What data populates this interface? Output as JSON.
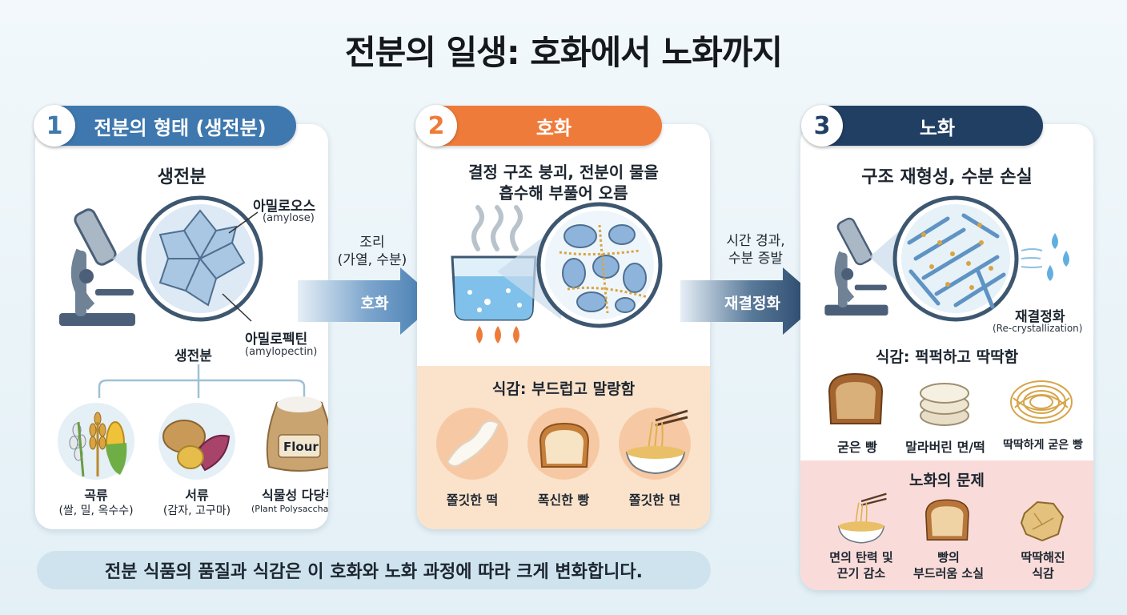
{
  "title": "전분의 일생: 호화에서 노화까지",
  "stage1": {
    "number": "1",
    "badge": "전분의 형태 (생전분)",
    "heading": "생전분",
    "amylose_ko": "아밀로오스",
    "amylose_en": "(amylose)",
    "amylopectin_ko": "아밀로펙틴",
    "amylopectin_en": "(amylopectin)",
    "branch_label": "생전분",
    "sources": [
      {
        "name": "곡류",
        "detail": "(쌀, 밀, 옥수수)"
      },
      {
        "name": "서류",
        "detail": "(감자, 고구마)"
      },
      {
        "name": "식물성 다당류",
        "detail": "(Plant Polysaccharide)"
      }
    ],
    "flour_text": "Flour"
  },
  "arrow1": {
    "top": "조리",
    "bottom": "(가열, 수분)",
    "label": "호화"
  },
  "stage2": {
    "number": "2",
    "badge": "호화",
    "heading_line1": "결정 구조 붕괴, 전분이 물을",
    "heading_line2": "흡수해 부풀어 오름",
    "texture": "식감: 부드럽고 말랑함",
    "foods": [
      "쫄깃한 떡",
      "폭신한 빵",
      "쫄깃한 면"
    ]
  },
  "arrow2": {
    "top": "시간 경과,",
    "bottom": "수분 증발",
    "label": "재결정화"
  },
  "stage3": {
    "number": "3",
    "badge": "노화",
    "heading": "구조 재형성, 수분 손실",
    "recryst_ko": "재결정화",
    "recryst_en": "(Re-crystallization)",
    "texture": "식감: 퍽퍽하고 딱딱함",
    "foods": [
      "굳은 빵",
      "말라버린 면/떡",
      "딱딱하게 굳은 빵"
    ],
    "problem_title": "노화의 문제",
    "problems": [
      {
        "l1": "면의 탄력 및",
        "l2": "끈기 감소"
      },
      {
        "l1": "빵의",
        "l2": "부드러움 소실"
      },
      {
        "l1": "딱딱해진",
        "l2": "식감"
      }
    ]
  },
  "footer": "전분 식품의 품질과 식감은 이 호화와 노화 과정에 따라 크게 변화합니다.",
  "colors": {
    "blue": "#3f78ae",
    "orange": "#ef7b3a",
    "navy": "#213f63"
  }
}
